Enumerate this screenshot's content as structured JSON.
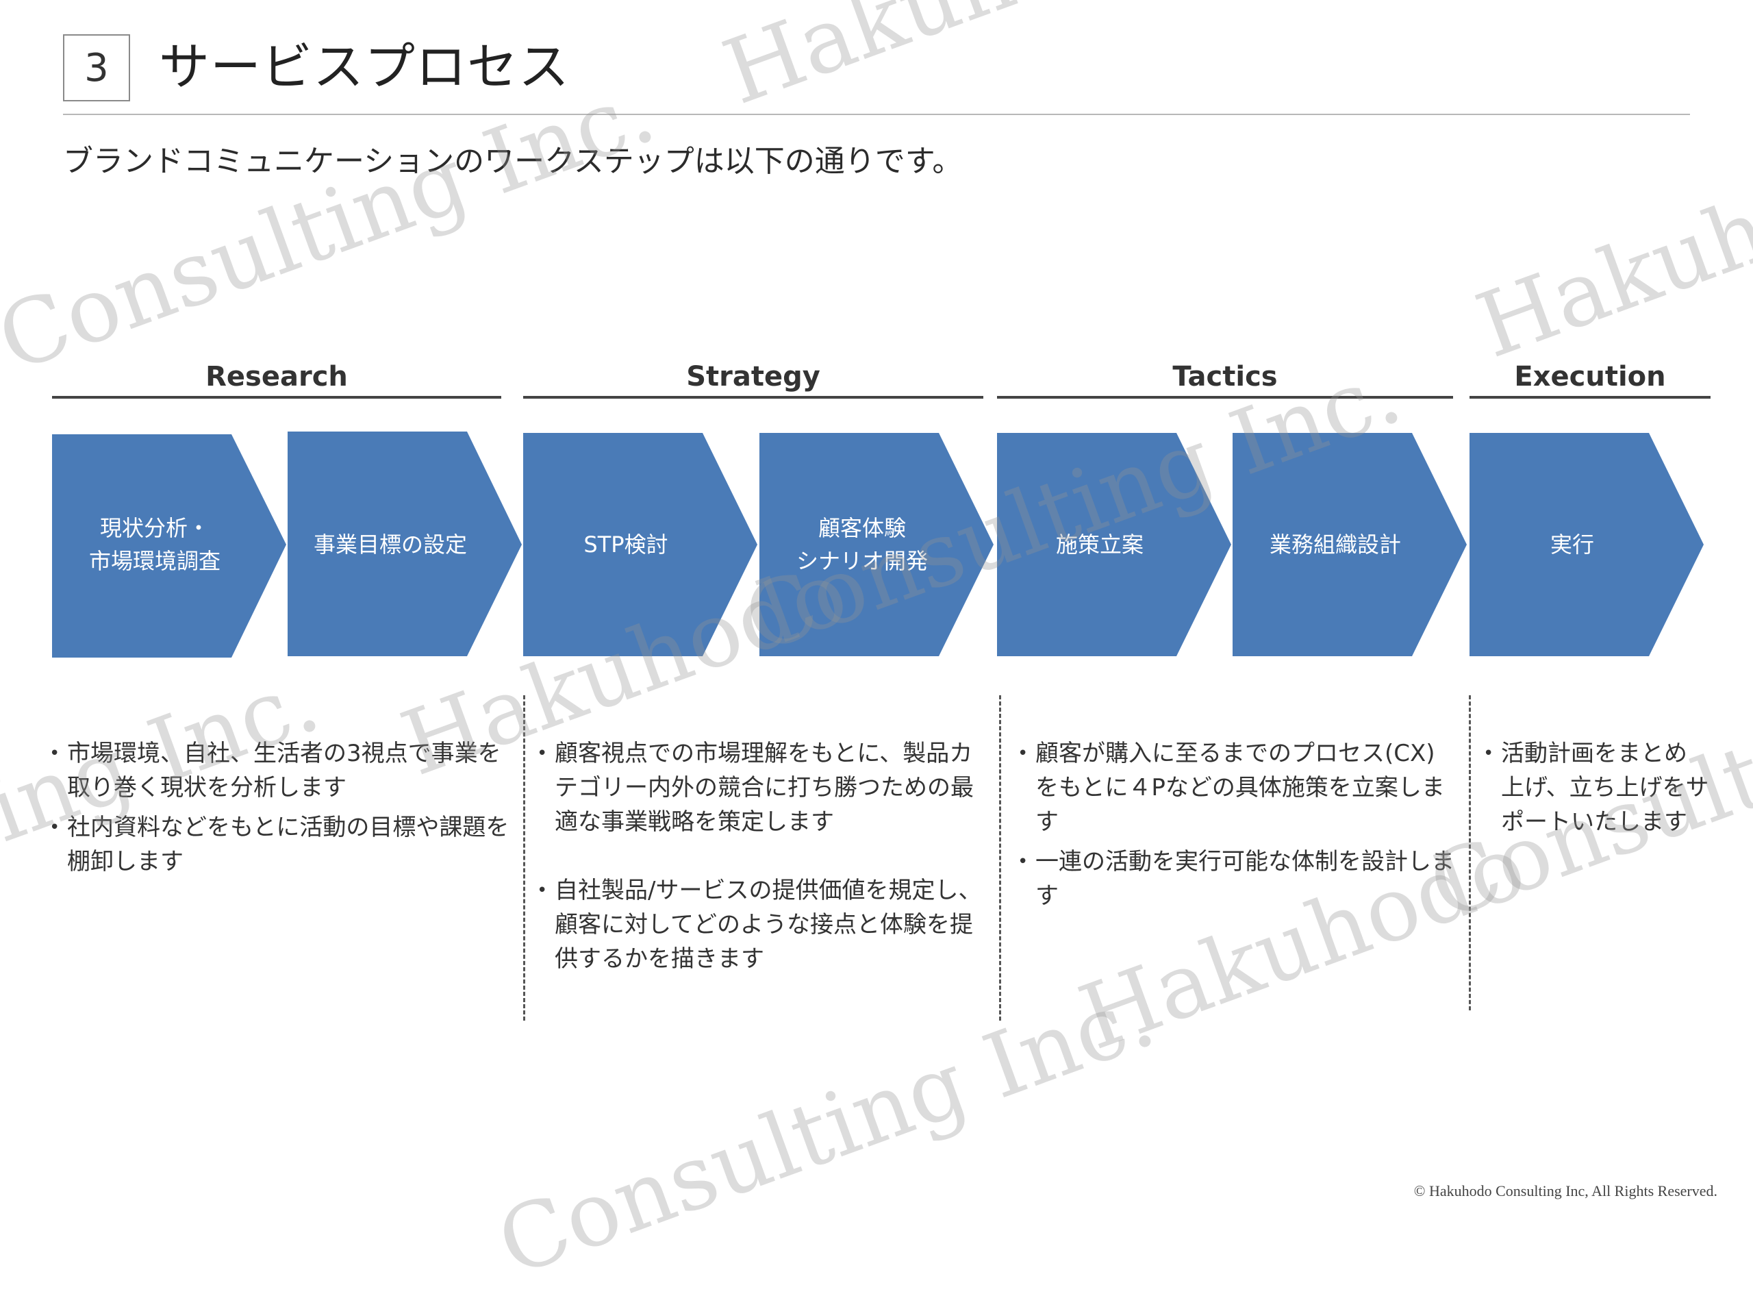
{
  "slide": {
    "number": "3",
    "title": "サービスプロセス",
    "subtitle": "ブランドコミュニケーションのワークステップは以下の通りです。"
  },
  "phases": [
    {
      "label": "Research"
    },
    {
      "label": "Strategy"
    },
    {
      "label": "Tactics"
    },
    {
      "label": "Execution"
    }
  ],
  "steps": [
    {
      "label": "現状分析・\n市場環境調査"
    },
    {
      "label": "事業目標の設定"
    },
    {
      "label": "STP検討"
    },
    {
      "label": "顧客体験\nシナリオ開発"
    },
    {
      "label": "施策立案"
    },
    {
      "label": "業務組織設計"
    },
    {
      "label": "実行"
    }
  ],
  "details": {
    "research": [
      "市場環境、自社、生活者の3視点で事業を取り巻く現状を分析します",
      "社内資料などをもとに活動の目標や課題を棚卸します"
    ],
    "strategy": [
      "顧客視点での市場理解をもとに、製品カテゴリー内外の競合に打ち勝つための最適な事業戦略を策定します",
      "自社製品/サービスの提供価値を規定し、顧客に対してどのような接点と体験を提供するかを描きます"
    ],
    "tactics": [
      "顧客が購入に至るまでのプロセス(CX)をもとに４Pなどの具体施策を立案します",
      "一連の活動を実行可能な体制を設計します"
    ],
    "execution": [
      "活動計画をまとめ上げ、立ち上げをサポートいたします"
    ]
  },
  "watermarks": {
    "company": "Hakuhodo",
    "consulting": "Consulting Inc."
  },
  "footer": {
    "copyright": "© Hakuhodo Consulting Inc,  All Rights Reserved."
  },
  "colors": {
    "chevron_fill": "#4a7bb7",
    "rule": "#444444"
  }
}
